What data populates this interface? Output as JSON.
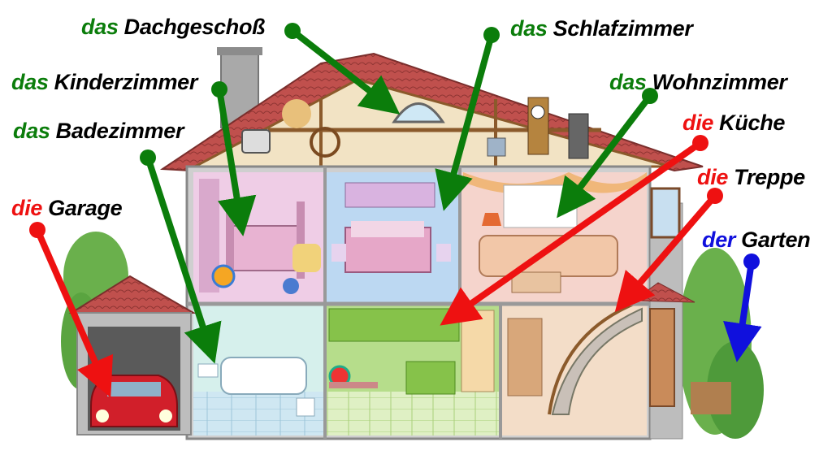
{
  "colors": {
    "neuter": "#0b7d0b",
    "feminine": "#ee1111",
    "masculine": "#1010dd",
    "noun": "#000000",
    "roof": "#b94a4a",
    "wall": "#cfcfcf"
  },
  "labels": [
    {
      "id": "dachgeschoss",
      "article": "das",
      "noun": "Dachgeschoß",
      "gender": "neuter"
    },
    {
      "id": "schlafzimmer",
      "article": "das",
      "noun": "Schlafzimmer",
      "gender": "neuter"
    },
    {
      "id": "kinderzimmer",
      "article": "das",
      "noun": "Kinderzimmer",
      "gender": "neuter"
    },
    {
      "id": "wohnzimmer",
      "article": "das",
      "noun": "Wohnzimmer",
      "gender": "neuter"
    },
    {
      "id": "badezimmer",
      "article": "das",
      "noun": "Badezimmer",
      "gender": "neuter"
    },
    {
      "id": "kueche",
      "article": "die",
      "noun": "Küche",
      "gender": "feminine"
    },
    {
      "id": "treppe",
      "article": "die",
      "noun": "Treppe",
      "gender": "feminine"
    },
    {
      "id": "garage",
      "article": "die",
      "noun": "Garage",
      "gender": "feminine"
    },
    {
      "id": "garten",
      "article": "der",
      "noun": "Garten",
      "gender": "masculine"
    }
  ]
}
